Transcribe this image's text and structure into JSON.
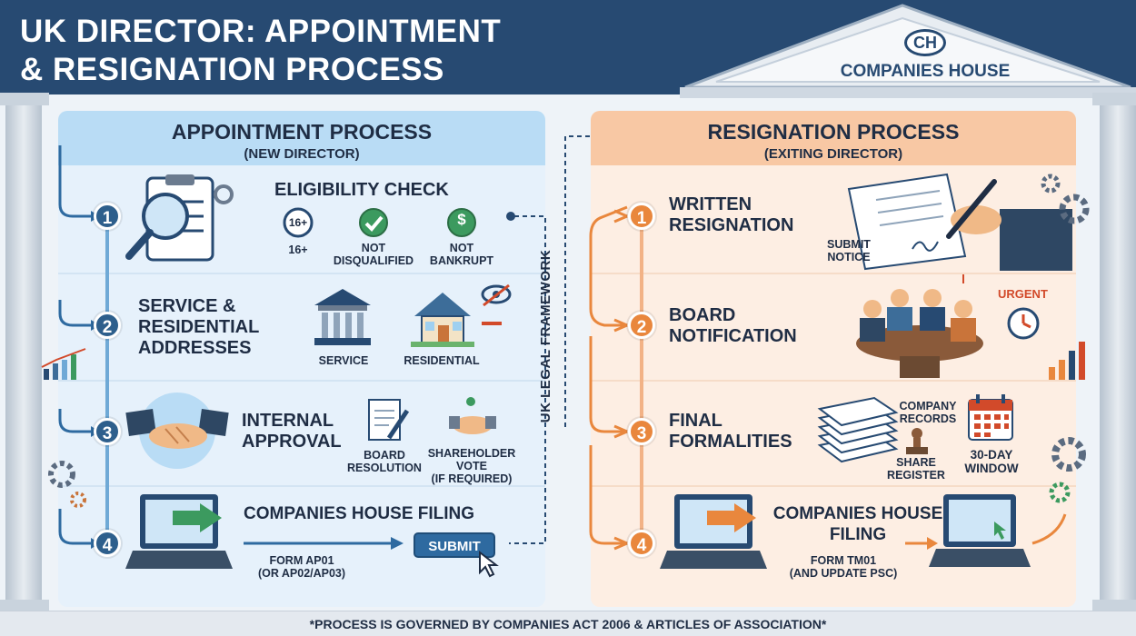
{
  "title": {
    "line1": "UK DIRECTOR: APPOINTMENT",
    "line2": "& RESIGNATION PROCESS"
  },
  "brand": {
    "logo_text": "CH",
    "name": "COMPANIES HOUSE"
  },
  "colors": {
    "header": "#274a72",
    "blue_accent": "#2e5f8c",
    "orange_accent": "#e9873d",
    "blue_panel": "#e6f1fb",
    "orange_panel": "#fdeee3"
  },
  "framework_label": "UK LEGAL FRAMEWORK",
  "appointment": {
    "title": "APPOINTMENT PROCESS",
    "subtitle": "(NEW DIRECTOR)",
    "steps": [
      {
        "num": "1",
        "title": "ELIGIBILITY CHECK",
        "items": [
          {
            "icon": "age-16-plus-icon",
            "icon_text": "16+",
            "label": "16+"
          },
          {
            "icon": "checkmark-icon",
            "label1": "NOT",
            "label2": "DISQUALIFIED"
          },
          {
            "icon": "dollar-icon",
            "icon_text": "$",
            "label1": "NOT",
            "label2": "BANKRUPT"
          }
        ]
      },
      {
        "num": "2",
        "title1": "SERVICE &",
        "title2": "RESIDENTIAL",
        "title3": "ADDRESSES",
        "items": [
          {
            "icon": "building-icon",
            "label": "SERVICE"
          },
          {
            "icon": "house-icon",
            "label": "RESIDENTIAL"
          }
        ]
      },
      {
        "num": "3",
        "title1": "INTERNAL",
        "title2": "APPROVAL",
        "items": [
          {
            "icon": "document-pen-icon",
            "label1": "BOARD",
            "label2": "RESOLUTION"
          },
          {
            "icon": "handshake-icon",
            "label1": "SHAREHOLDER",
            "label2": "VOTE",
            "label3": "(IF REQUIRED)"
          }
        ]
      },
      {
        "num": "4",
        "title": "COMPANIES HOUSE FILING",
        "form1": "FORM AP01",
        "form2": "(OR AP02/AP03)",
        "button": "SUBMIT"
      }
    ]
  },
  "resignation": {
    "title": "RESIGNATION PROCESS",
    "subtitle": "(EXITING DIRECTOR)",
    "steps": [
      {
        "num": "1",
        "title1": "WRITTEN",
        "title2": "RESIGNATION",
        "caption1": "SUBMIT",
        "caption2": "NOTICE"
      },
      {
        "num": "2",
        "title1": "BOARD",
        "title2": "NOTIFICATION",
        "urgent": "URGENT"
      },
      {
        "num": "3",
        "title1": "FINAL",
        "title2": "FORMALITIES",
        "items": [
          {
            "icon": "records-stack-icon",
            "label1": "COMPANY",
            "label2": "RECORDS"
          },
          {
            "icon": "stamp-icon",
            "label1": "SHARE",
            "label2": "REGISTER"
          },
          {
            "icon": "calendar-icon",
            "label1": "30-DAY",
            "label2": "WINDOW"
          }
        ]
      },
      {
        "num": "4",
        "title1": "COMPANIES HOUSE",
        "title2": "FILING",
        "form1": "FORM TM01",
        "form2": "(AND UPDATE PSC)"
      }
    ]
  },
  "footer": "*PROCESS IS GOVERNED BY COMPANIES ACT 2006 & ARTICLES OF ASSOCIATION*"
}
